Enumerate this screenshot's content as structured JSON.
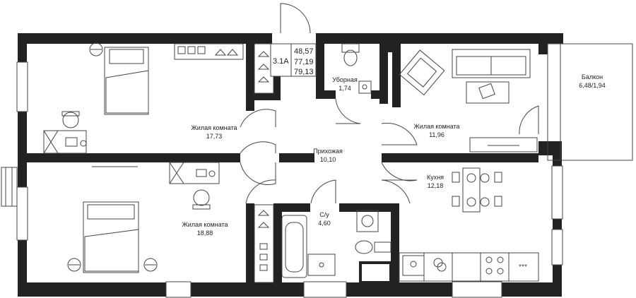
{
  "apartment": {
    "code": "3.1А",
    "areas": [
      "48,57",
      "77,19",
      "79,13"
    ]
  },
  "rooms": [
    {
      "name": "Жилая комната",
      "area": "17,73"
    },
    {
      "name": "Жилая комната",
      "area": "18,88"
    },
    {
      "name": "Прихожая",
      "area": "10,10"
    },
    {
      "name": "Уборная",
      "area": "1,74"
    },
    {
      "name": "С/у",
      "area": "4,60"
    },
    {
      "name": "Жилая комната",
      "area": "11,96"
    },
    {
      "name": "Кухня",
      "area": "12,18"
    },
    {
      "name": "Балкон",
      "area": "6,48/1,94"
    }
  ],
  "colors": {
    "wall": "#222222",
    "line": "#444444",
    "fill": "#ffffff"
  },
  "icons": [
    "bed-icon",
    "desk-icon",
    "sofa-icon",
    "armchair-icon",
    "dining-table-icon",
    "bathtub-icon",
    "toilet-icon",
    "sink-icon",
    "washing-machine-icon",
    "stove-icon",
    "wardrobe-icon",
    "tv-icon",
    "radiator-icon"
  ]
}
